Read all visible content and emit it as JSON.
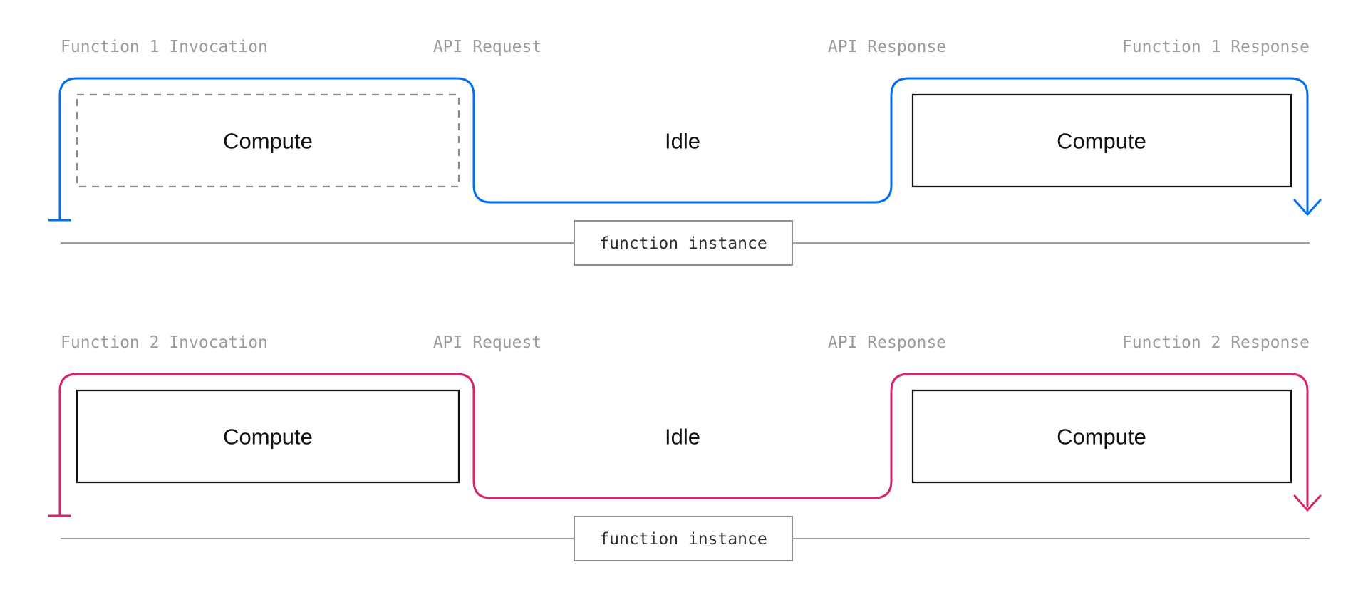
{
  "diagram": {
    "colors": {
      "function1_line": "#0070f3",
      "function2_line": "#d6246e",
      "label_gray": "#9b9b9b",
      "timeline_gray": "#9e9e9e",
      "badge_border_gray": "#8f8f8f",
      "box_border_dark": "#111111",
      "dashed_box_gray": "#8a8a8a"
    },
    "rows": [
      {
        "name": "function-1",
        "line_color": "#0070f3",
        "labels": {
          "invocation": "Function 1 Invocation",
          "api_request": "API Request",
          "api_response": "API Response",
          "response": "Function 1 Response"
        },
        "phases": {
          "start_compute": "Compute",
          "idle": "Idle",
          "end_compute": "Compute"
        },
        "left_box": {
          "border_style": "dashed",
          "border_color": "#8a8a8a",
          "dasharray": "10 8"
        },
        "timeline": {
          "badge": "function instance"
        }
      },
      {
        "name": "function-2",
        "line_color": "#d6246e",
        "labels": {
          "invocation": "Function 2 Invocation",
          "api_request": "API Request",
          "api_response": "API Response",
          "response": "Function 2 Response"
        },
        "phases": {
          "start_compute": "Compute",
          "idle": "Idle",
          "end_compute": "Compute"
        },
        "left_box": {
          "border_style": "solid",
          "border_color": "#111111",
          "dasharray": "none"
        },
        "timeline": {
          "badge": "function instance"
        }
      }
    ]
  }
}
